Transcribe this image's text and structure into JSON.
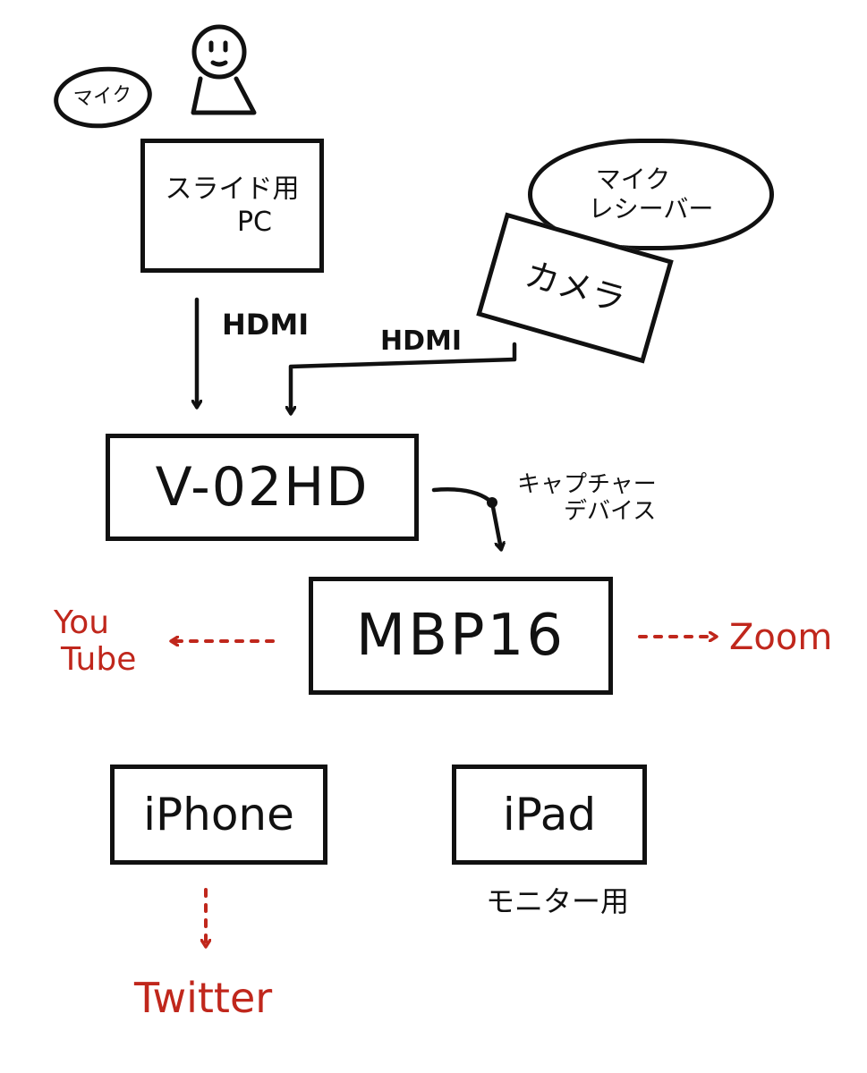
{
  "nodes": {
    "mic": "マイク",
    "slide_pc": {
      "line1": "スライド用",
      "line2": "PC"
    },
    "mic_receiver": {
      "line1": "マイク",
      "line2": "レシーバー"
    },
    "camera": "カメラ",
    "switcher": "V-02HD",
    "mac": "MBP16",
    "iphone": "iPhone",
    "ipad": "iPad",
    "ipad_note": "モニター用"
  },
  "edge_labels": {
    "pc_hdmi": "HDMI",
    "camera_hdmi": "HDMI",
    "capture": {
      "line1": "キャプチャー",
      "line2": "デバイス"
    }
  },
  "destinations": {
    "youtube": {
      "line1": "You",
      "line2": "Tube"
    },
    "zoom": "Zoom",
    "twitter": "Twitter"
  },
  "colors": {
    "ink": "#111111",
    "stream": "#c0271c"
  }
}
